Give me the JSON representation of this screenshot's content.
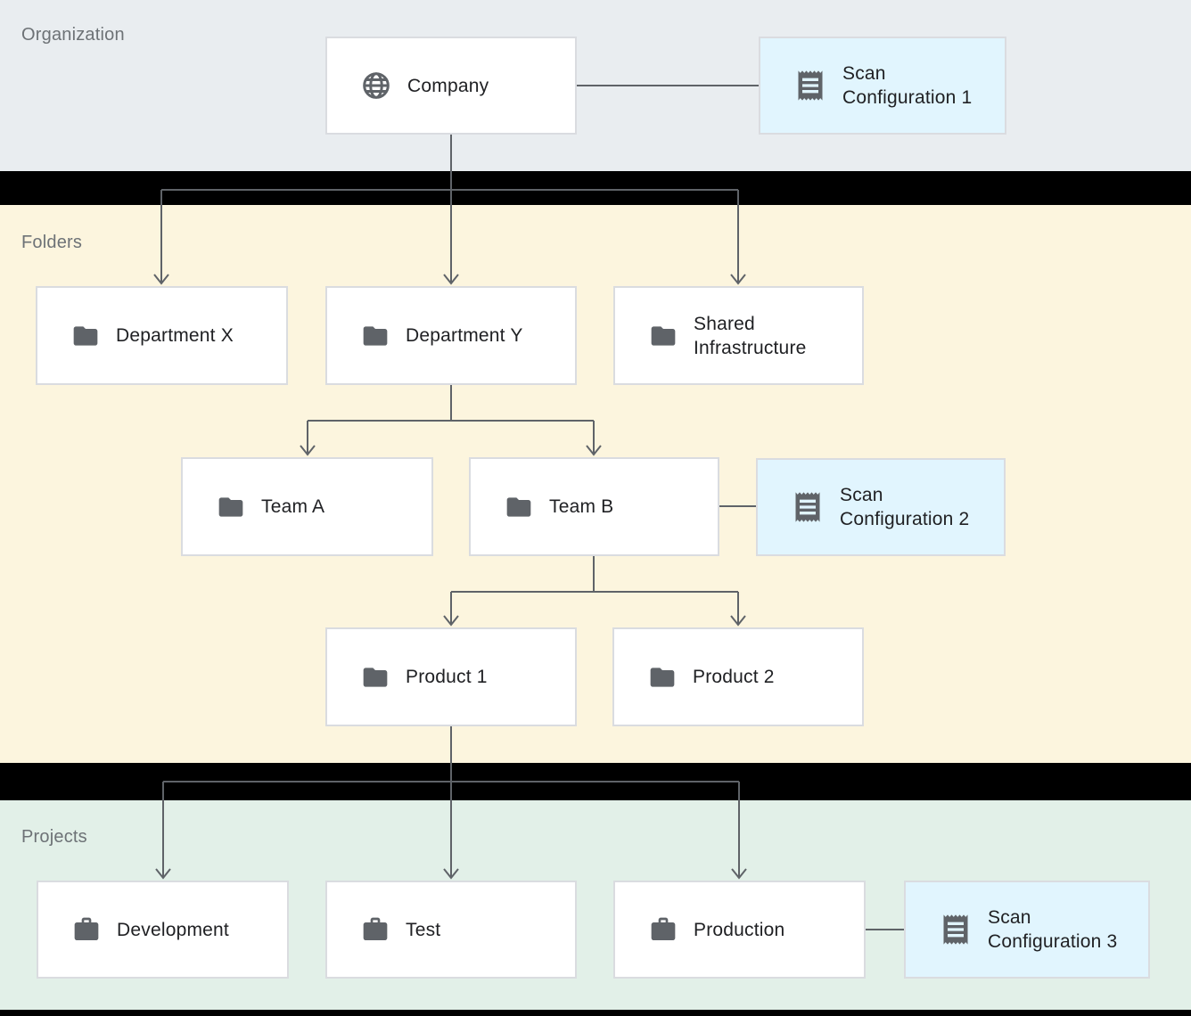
{
  "diagram": {
    "sections": {
      "organization": {
        "label": "Organization"
      },
      "folders": {
        "label": "Folders"
      },
      "projects": {
        "label": "Projects"
      }
    },
    "nodes": {
      "company": {
        "label": "Company",
        "icon": "globe-icon",
        "type": "organization"
      },
      "scan_config_1": {
        "label": "Scan Configuration 1",
        "icon": "receipt-icon",
        "type": "scan-configuration"
      },
      "department_x": {
        "label": "Department X",
        "icon": "folder-icon",
        "type": "folder"
      },
      "department_y": {
        "label": "Department Y",
        "icon": "folder-icon",
        "type": "folder"
      },
      "shared_infrastructure": {
        "label": "Shared Infrastructure",
        "icon": "folder-icon",
        "type": "folder"
      },
      "team_a": {
        "label": "Team A",
        "icon": "folder-icon",
        "type": "folder"
      },
      "team_b": {
        "label": "Team B",
        "icon": "folder-icon",
        "type": "folder"
      },
      "scan_config_2": {
        "label": "Scan Configuration 2",
        "icon": "receipt-icon",
        "type": "scan-configuration"
      },
      "product_1": {
        "label": "Product 1",
        "icon": "folder-icon",
        "type": "folder"
      },
      "product_2": {
        "label": "Product 2",
        "icon": "folder-icon",
        "type": "folder"
      },
      "development": {
        "label": "Development",
        "icon": "briefcase-icon",
        "type": "project"
      },
      "test": {
        "label": "Test",
        "icon": "briefcase-icon",
        "type": "project"
      },
      "production": {
        "label": "Production",
        "icon": "briefcase-icon",
        "type": "project"
      },
      "scan_config_3": {
        "label": "Scan Configuration 3",
        "icon": "receipt-icon",
        "type": "scan-configuration"
      }
    },
    "hierarchy_edges": [
      [
        "company",
        "department_x"
      ],
      [
        "company",
        "department_y"
      ],
      [
        "company",
        "shared_infrastructure"
      ],
      [
        "department_y",
        "team_a"
      ],
      [
        "department_y",
        "team_b"
      ],
      [
        "team_b",
        "product_1"
      ],
      [
        "team_b",
        "product_2"
      ],
      [
        "product_1",
        "development"
      ],
      [
        "product_1",
        "test"
      ],
      [
        "product_1",
        "production"
      ]
    ],
    "scan_attachment_edges": [
      [
        "company",
        "scan_config_1"
      ],
      [
        "team_b",
        "scan_config_2"
      ],
      [
        "production",
        "scan_config_3"
      ]
    ],
    "colors": {
      "organization_bg": "#e9edf0",
      "folders_bg": "#fcf5de",
      "projects_bg": "#e2f0e8",
      "scan_config_bg": "#e1f5fe",
      "node_bg": "#ffffff",
      "node_border": "#dadce0",
      "connector": "#5f6368",
      "icon": "#5f6368",
      "section_label_text": "#6d7276",
      "node_label_text": "#202124",
      "band": "#000000"
    }
  }
}
